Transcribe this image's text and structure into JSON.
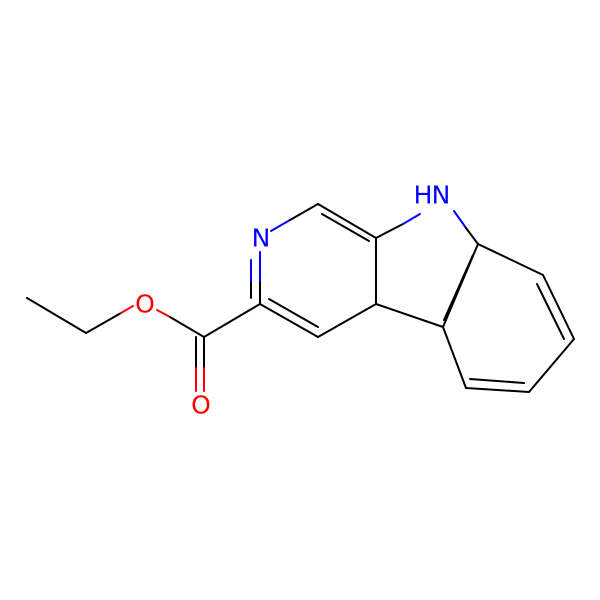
{
  "colors": {
    "carbon": "#000000",
    "nitrogen": "#0000ff",
    "oxygen": "#ff0000",
    "background": "#ffffff"
  },
  "atoms": {
    "ring_n": "N",
    "indole_nh": "H",
    "indole_n": "N",
    "ester_o": "O",
    "carbonyl_o": "O"
  }
}
